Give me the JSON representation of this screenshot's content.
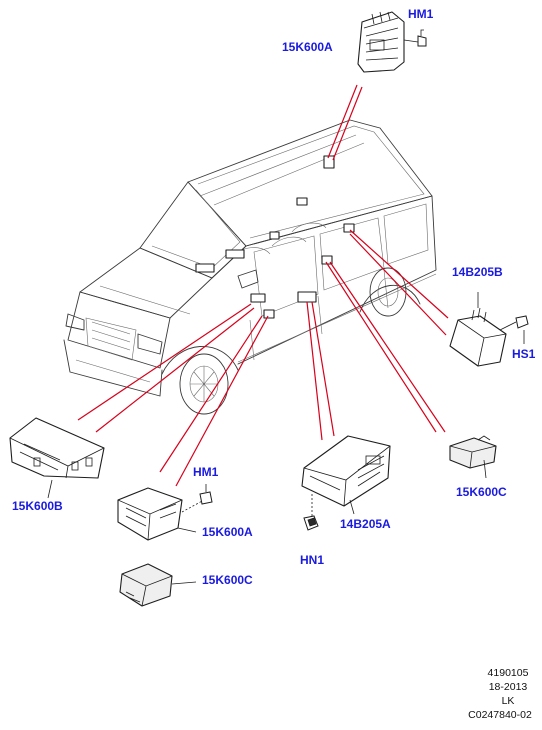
{
  "callouts": {
    "hm1_top": "HM1",
    "k600a_top": "15K600A",
    "b205b": "14B205B",
    "hs1": "HS1",
    "k600b": "15K600B",
    "hm1_bottom": "HM1",
    "k600a_bottom": "15K600A",
    "k600c_bottom": "15K600C",
    "hn1": "HN1",
    "b205a": "14B205A",
    "k600c_right": "15K600C"
  },
  "reference_block": {
    "line1": "4190105",
    "line2": "18-2013",
    "line3": "LK",
    "line4": "C0247840-02"
  },
  "colors": {
    "leader_line": "#d9001b",
    "callout_text": "#1a1ae0"
  }
}
